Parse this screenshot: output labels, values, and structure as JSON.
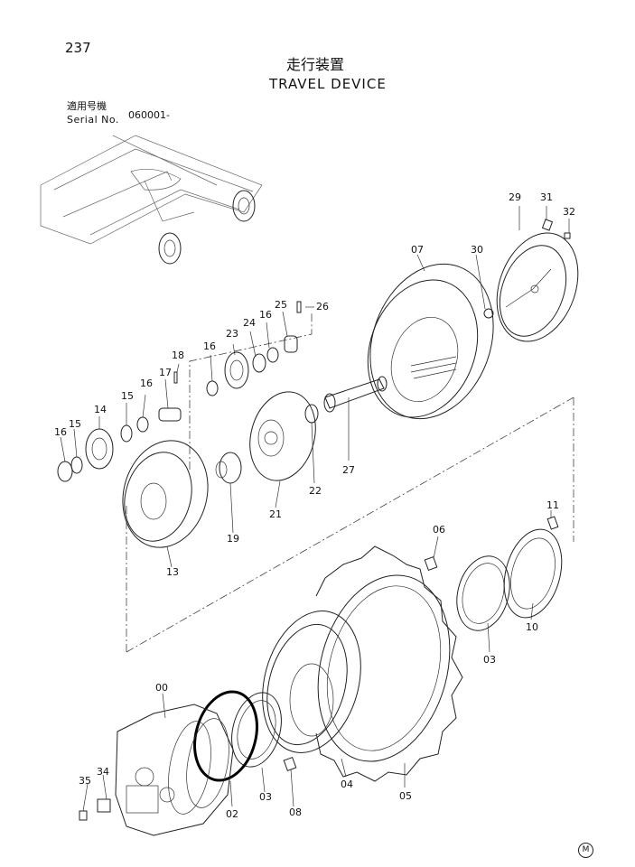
{
  "header": {
    "page_number": "237",
    "title_jp": "走行装置",
    "title_en": "TRAVEL DEVICE",
    "serial_label_jp": "適用号機",
    "serial_label_en": "Serial No.",
    "serial_value": "060001-"
  },
  "callouts": [
    "00",
    "02",
    "03",
    "03",
    "04",
    "05",
    "06",
    "07",
    "08",
    "10",
    "11",
    "13",
    "14",
    "15",
    "15",
    "16",
    "16",
    "16",
    "16",
    "17",
    "18",
    "19",
    "21",
    "22",
    "23",
    "24",
    "25",
    "26",
    "27",
    "29",
    "30",
    "31",
    "32",
    "34",
    "35"
  ],
  "footer": {
    "mark": "M"
  }
}
